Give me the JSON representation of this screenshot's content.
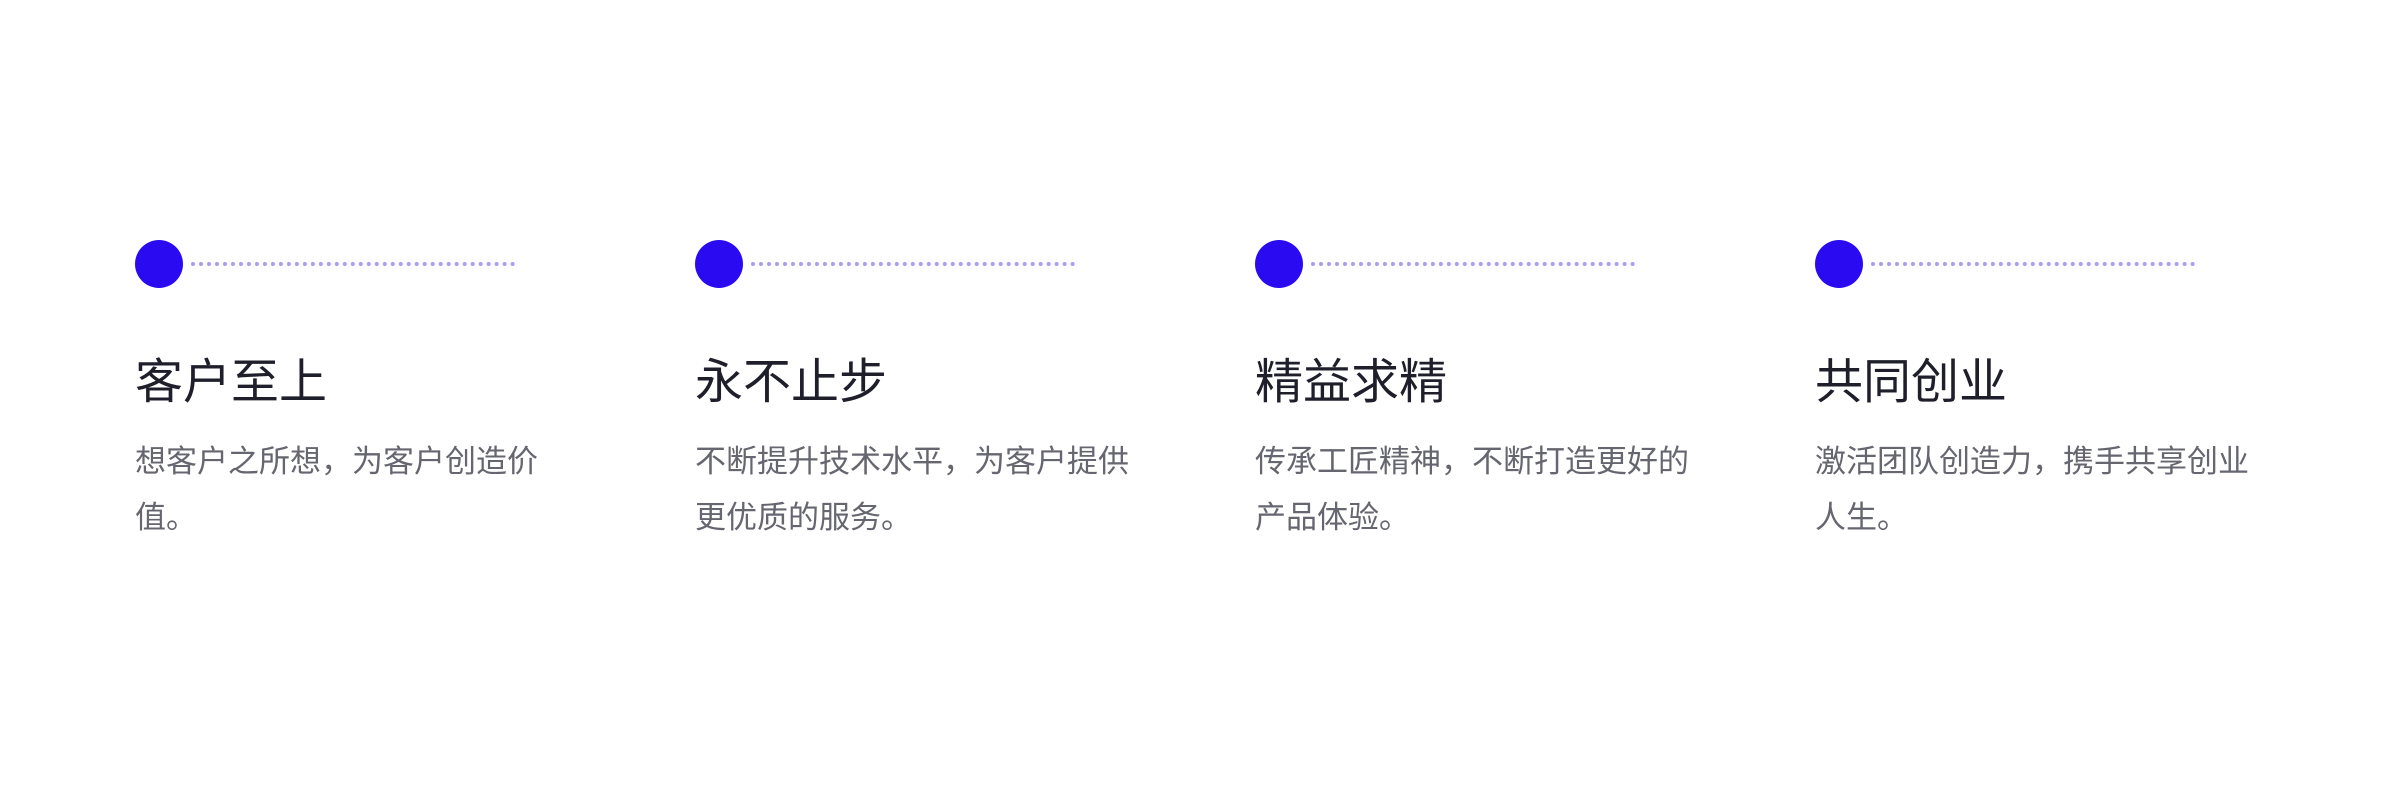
{
  "colors": {
    "accent": "#2a0af0",
    "dotted_line": "#a99cf6",
    "title_text": "#1f1f2b",
    "desc_text": "#666670",
    "background": "#ffffff"
  },
  "values": [
    {
      "title": "客户至上",
      "description": "想客户之所想，为客户创造价值。"
    },
    {
      "title": "永不止步",
      "description": "不断提升技术水平，为客户提供更优质的服务。"
    },
    {
      "title": "精益求精",
      "description": "传承工匠精神，不断打造更好的产品体验。"
    },
    {
      "title": "共同创业",
      "description": "激活团队创造力，携手共享创业人生。"
    }
  ]
}
